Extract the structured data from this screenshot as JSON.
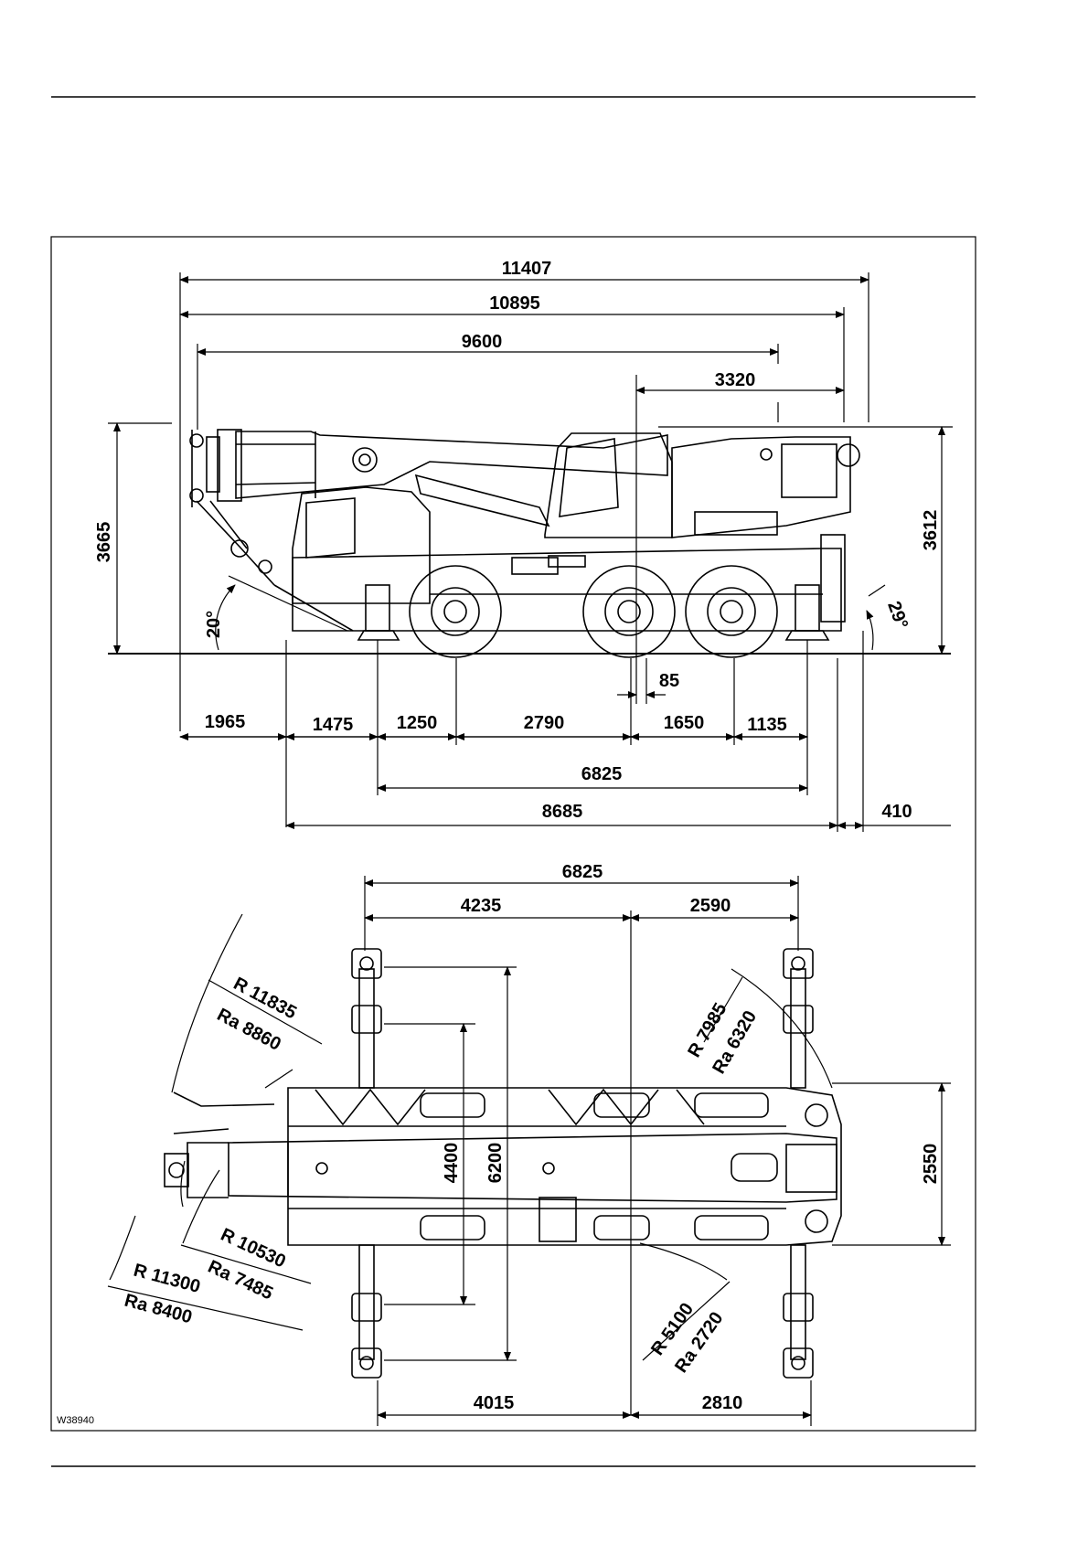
{
  "figure_ref": "W38940",
  "side_view": {
    "overall": [
      "11407",
      "10895",
      "9600",
      "3320"
    ],
    "heights": {
      "left": "3665",
      "right": "3612"
    },
    "angles": {
      "front": "20°",
      "rear": "29°"
    },
    "axle_row": [
      "1965",
      "1475",
      "1250",
      "2790",
      "1650",
      "1135"
    ],
    "offset": "85",
    "outrigger_base": "6825",
    "frame": "8685",
    "rear_overhang": "410"
  },
  "top_view": {
    "outrigger_length": "6825",
    "front_part": "4235",
    "rear_part": "2590",
    "spread_inner": "4400",
    "spread_outer": "6200",
    "vehicle_width": "2550",
    "bottom_front": "4015",
    "bottom_rear": "2810",
    "radii": {
      "r1": "R 11835",
      "ra1": "Ra 8860",
      "r2": "R 7985",
      "ra2": "Ra 6320",
      "r3": "R 10530",
      "ra3": "Ra 7485",
      "r4": "R 11300",
      "ra4": "Ra 8400",
      "r5": "R 5100",
      "ra5": "Ra 2720"
    }
  }
}
